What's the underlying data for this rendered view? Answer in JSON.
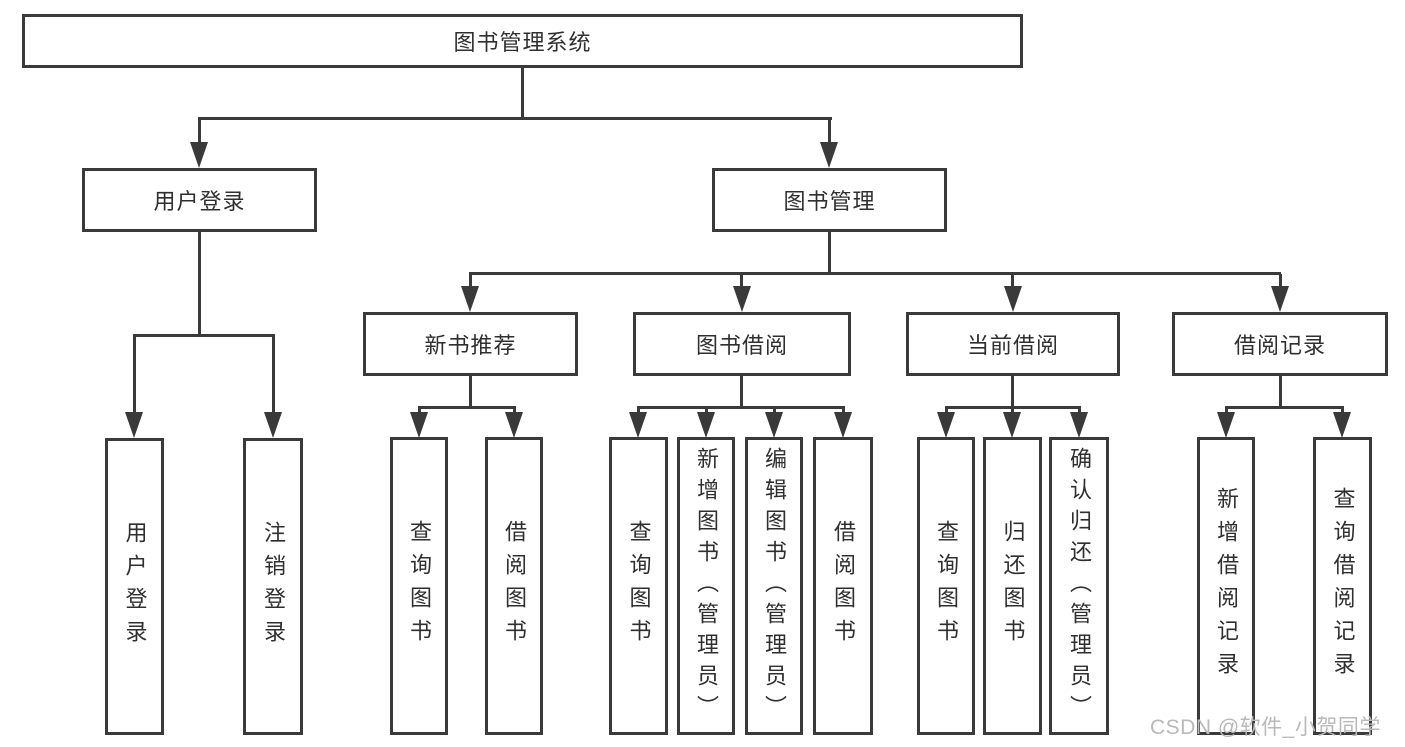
{
  "figure": {
    "type": "hierarchy-diagram",
    "background": "#ffffff",
    "line_color": "#3a3a3a",
    "text_color": "#2f2f2f"
  },
  "tree": {
    "label": "图书管理系统",
    "children": [
      {
        "label": "用户登录",
        "children": [
          {
            "label": "用户登录"
          },
          {
            "label": "注销登录"
          }
        ]
      },
      {
        "label": "图书管理",
        "children": [
          {
            "label": "新书推荐",
            "children": [
              {
                "label": "查询图书"
              },
              {
                "label": "借阅图书"
              }
            ]
          },
          {
            "label": "图书借阅",
            "children": [
              {
                "label": "查询图书"
              },
              {
                "label": "新增图书（管理员）"
              },
              {
                "label": "编辑图书（管理员）"
              },
              {
                "label": "借阅图书"
              }
            ]
          },
          {
            "label": "当前借阅",
            "children": [
              {
                "label": "查询图书"
              },
              {
                "label": "归还图书"
              },
              {
                "label": "确认归还（管理员）"
              }
            ]
          },
          {
            "label": "借阅记录",
            "children": [
              {
                "label": "新增借阅记录"
              },
              {
                "label": "查询借阅记录"
              }
            ]
          }
        ]
      }
    ]
  },
  "watermark": {
    "text": "CSDN @软件_小贺同学",
    "color": "#b9b9b9"
  }
}
